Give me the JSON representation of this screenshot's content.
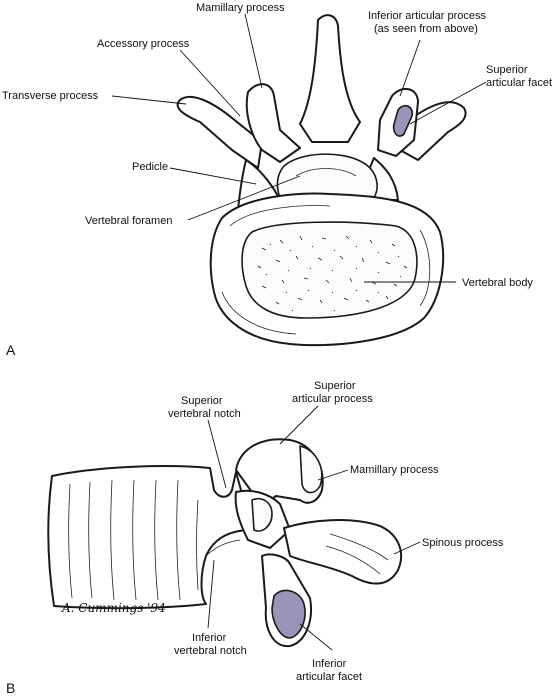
{
  "panels": {
    "a": "A",
    "b": "B"
  },
  "labels_a": {
    "mamillary": "Mamillary process",
    "inferior_articular_1": "Inferior articular process",
    "inferior_articular_2": "(as seen from above)",
    "accessory": "Accessory process",
    "superior_facet_1": "Superior",
    "superior_facet_2": "articular facet",
    "transverse": "Transverse process",
    "pedicle": "Pedicle",
    "foramen": "Vertebral foramen",
    "body": "Vertebral body"
  },
  "labels_b": {
    "sup_notch_1": "Superior",
    "sup_notch_2": "vertebral notch",
    "sup_art_1": "Superior",
    "sup_art_2": "articular process",
    "mamillary": "Mamillary process",
    "spinous": "Spinous process",
    "inf_notch_1": "Inferior",
    "inf_notch_2": "vertebral notch",
    "inf_facet_1": "Inferior",
    "inf_facet_2": "articular facet"
  },
  "signature": "A. Cummings '94",
  "colors": {
    "facet": "#9b93b8",
    "line": "#1a1a1a"
  }
}
